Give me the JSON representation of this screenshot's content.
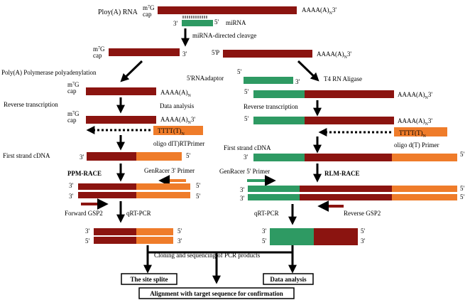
{
  "colors": {
    "rna": "#8b1410",
    "adaptor": "#2e9a63",
    "primer": "#ef7c2a",
    "ink": "#000000"
  },
  "labels": {
    "ploy_rna": "Ploy(A) RNA",
    "m7g": "m",
    "m7g_sup": "7",
    "m7g_g": "G",
    "cap": "cap",
    "polyA_top": "AAAA(A)",
    "sub_n": "N",
    "three_prime": "3'",
    "five_prime": "5'",
    "five_p": "5'P",
    "mirna": "miRNA",
    "cleavage": "miRNA-directed cleavge",
    "polyadenylation": "Poly(A) Polymerase polyadenylation",
    "adaptor": "5'RNAadaptor",
    "ligase": "T4 RN Aligase",
    "rt_left": "Reverse transcription",
    "rt_right": "Reverse transcription",
    "data_analysis_mid": "Data analysis",
    "tttt": "TTTT(T)",
    "oligo_left": "oligo dIT)RTPrimer",
    "oligo_right": "oligo d(T) Primer",
    "first_strand_left": "First strand cDNA",
    "first_strand_right": "First strand cDNA",
    "ppm_race": "PPM-RACE",
    "rlm_race": "RLM-RACE",
    "genracer3": "GenRacer 3' Primer",
    "genracer5": "GenRacer 5' Primer",
    "forward_gsp2": "Forward GSP2",
    "reverse_gsp2": "Reverse GSP2",
    "qrt_left": "qRT-PCR",
    "qrt_right": "qRT-PCR",
    "cloning": "Cloning and sequencing of PCR products",
    "site_splite": "The site splite",
    "data_analysis_box": "Data analysis",
    "alignment": "Alignment with target sequence for confirmation"
  }
}
